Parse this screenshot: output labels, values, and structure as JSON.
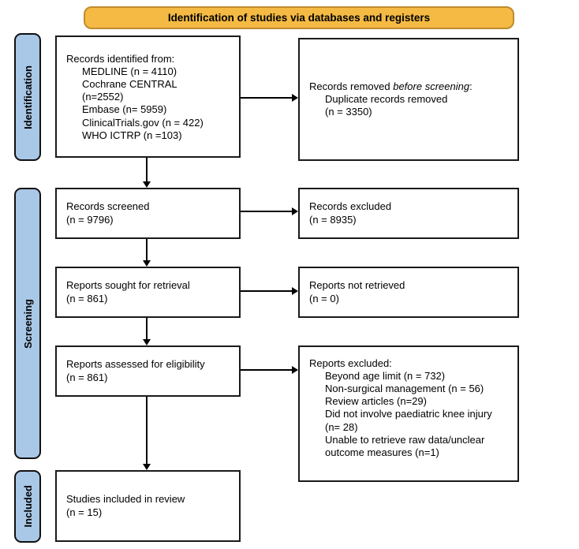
{
  "banner": {
    "label": "Identification of studies via databases and registers"
  },
  "stages": [
    {
      "label": "Identification"
    },
    {
      "label": "Screening"
    },
    {
      "label": "Included"
    }
  ],
  "boxes": {
    "identified": {
      "lines": [
        {
          "text": "Records identified from:"
        },
        {
          "text": "MEDLINE (n = 4110)",
          "indent": true
        },
        {
          "text": "Cochrane CENTRAL",
          "indent": true
        },
        {
          "text": "(n=2552)",
          "indent": true
        },
        {
          "text": "Embase (n= 5959)",
          "indent": true
        },
        {
          "text": "ClinicalTrials.gov (n = 422)",
          "indent": true
        },
        {
          "text": "WHO ICTRP (n =103)",
          "indent": true
        }
      ]
    },
    "removed": {
      "prefix": "Records removed ",
      "italic": "before screening",
      "suffix": ":",
      "lines": [
        {
          "text": "Duplicate records removed",
          "indent": true
        },
        {
          "text": "(n = 3350)",
          "indent": true
        }
      ]
    },
    "screened": {
      "lines": [
        {
          "text": "Records screened"
        },
        {
          "text": "(n = 9796)"
        }
      ]
    },
    "excluded": {
      "lines": [
        {
          "text": "Records excluded"
        },
        {
          "text": "(n = 8935)"
        }
      ]
    },
    "sought": {
      "lines": [
        {
          "text": "Reports sought for retrieval"
        },
        {
          "text": "(n = 861)"
        }
      ]
    },
    "not_retrieved": {
      "lines": [
        {
          "text": "Reports not retrieved"
        },
        {
          "text": "(n = 0)"
        }
      ]
    },
    "assessed": {
      "lines": [
        {
          "text": "Reports assessed for eligibility"
        },
        {
          "text": "(n = 861)"
        }
      ]
    },
    "reports_excluded": {
      "lines": [
        {
          "text": "Reports excluded:"
        },
        {
          "text": "Beyond age limit (n = 732)",
          "indent": true
        },
        {
          "text": "Non-surgical management (n = 56)",
          "indent": true
        },
        {
          "text": "Review articles (n=29)",
          "indent": true
        },
        {
          "text": "Did not involve paediatric knee injury",
          "indent": true
        },
        {
          "text": "(n= 28)",
          "indent": true
        },
        {
          "text": "Unable to retrieve raw data/unclear",
          "indent": true
        },
        {
          "text": "outcome measures (n=1)",
          "indent": true
        }
      ]
    },
    "included": {
      "lines": [
        {
          "text": "Studies included in review"
        },
        {
          "text": "(n = 15)"
        }
      ]
    }
  },
  "colors": {
    "banner_fill": "#F4BA44",
    "banner_border": "#BF8B2E",
    "stage_fill": "#A9C7E6",
    "box_border": "#1A1A1A",
    "arrow": "#000000"
  }
}
